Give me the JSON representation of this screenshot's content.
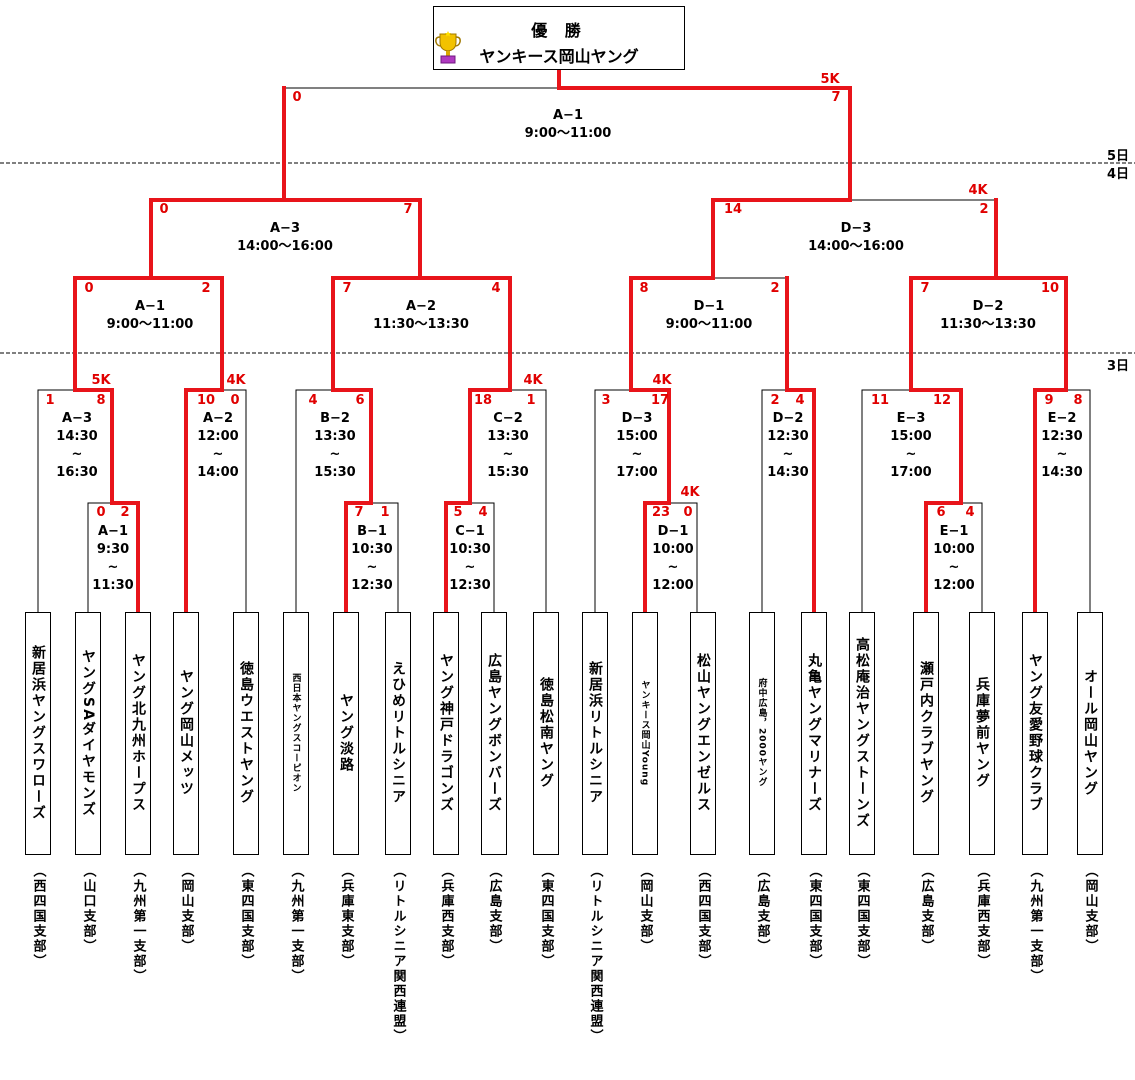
{
  "champion": {
    "label": "優 勝",
    "team": "ヤンキース岡山ヤング"
  },
  "days": {
    "d5": "5日",
    "d4": "4日",
    "d3": "3日"
  },
  "final": {
    "code": "A−1",
    "time": "9:00〜11:00",
    "left_score": "0",
    "right_score": "7",
    "note": "5K"
  },
  "semis": [
    {
      "code": "A−3",
      "time": "14:00〜16:00",
      "left_score": "0",
      "right_score": "7",
      "note": ""
    },
    {
      "code": "D−3",
      "time": "14:00〜16:00",
      "left_score": "14",
      "right_score": "2",
      "note": "4K"
    }
  ],
  "quarters": [
    {
      "code": "A−1",
      "time": "9:00〜11:00",
      "left_score": "0",
      "right_score": "2"
    },
    {
      "code": "A−2",
      "time": "11:30〜13:30",
      "left_score": "7",
      "right_score": "4"
    },
    {
      "code": "D−1",
      "time": "9:00〜11:00",
      "left_score": "8",
      "right_score": "2"
    },
    {
      "code": "D−2",
      "time": "11:30〜13:30",
      "left_score": "7",
      "right_score": "10"
    }
  ],
  "round16": [
    {
      "code": "A−3",
      "t1": "14:30",
      "sep": "~",
      "t2": "16:30",
      "left_score": "1",
      "right_score": "8",
      "note": "5K"
    },
    {
      "code": "A−2",
      "t1": "12:00",
      "sep": "~",
      "t2": "14:00",
      "left_score": "10",
      "right_score": "0",
      "note": "4K"
    },
    {
      "code": "B−2",
      "t1": "13:30",
      "sep": "~",
      "t2": "15:30",
      "left_score": "4",
      "right_score": "6",
      "note": ""
    },
    {
      "code": "C−2",
      "t1": "13:30",
      "sep": "~",
      "t2": "15:30",
      "left_score": "18",
      "right_score": "1",
      "note": "4K"
    },
    {
      "code": "D−3",
      "t1": "15:00",
      "sep": "~",
      "t2": "17:00",
      "left_score": "3",
      "right_score": "17",
      "note": "4K"
    },
    {
      "code": "D−2",
      "t1": "12:30",
      "sep": "~",
      "t2": "14:30",
      "left_score": "2",
      "right_score": "4",
      "note": ""
    },
    {
      "code": "E−3",
      "t1": "15:00",
      "sep": "~",
      "t2": "17:00",
      "left_score": "11",
      "right_score": "12",
      "note": ""
    },
    {
      "code": "E−2",
      "t1": "12:30",
      "sep": "~",
      "t2": "14:30",
      "left_score": "9",
      "right_score": "8",
      "note": ""
    }
  ],
  "round32": [
    {
      "code": "A−1",
      "t1": "9:30",
      "sep": "~",
      "t2": "11:30",
      "left_score": "0",
      "right_score": "2",
      "note": ""
    },
    {
      "code": "B−1",
      "t1": "10:30",
      "sep": "~",
      "t2": "12:30",
      "left_score": "7",
      "right_score": "1",
      "note": ""
    },
    {
      "code": "C−1",
      "t1": "10:30",
      "sep": "~",
      "t2": "12:30",
      "left_score": "5",
      "right_score": "4",
      "note": ""
    },
    {
      "code": "D−1",
      "t1": "10:00",
      "sep": "~",
      "t2": "12:00",
      "left_score": "23",
      "right_score": "0",
      "note": "4K"
    },
    {
      "code": "E−1",
      "t1": "10:00",
      "sep": "~",
      "t2": "12:00",
      "left_score": "6",
      "right_score": "4",
      "note": ""
    }
  ],
  "teams": [
    {
      "name": "新居浜ヤングスワローズ",
      "region": "（西四国支部）"
    },
    {
      "name": "ヤングSAダイヤモンズ",
      "region": "（山口支部）"
    },
    {
      "name": "ヤング北九州ホープス",
      "region": "（九州第一支部）"
    },
    {
      "name": "ヤング岡山メッツ",
      "region": "（岡山支部）"
    },
    {
      "name": "徳島ウエストヤング",
      "region": "（東四国支部）"
    },
    {
      "name": "西日本ヤングスコーピオン",
      "region": "（九州第一支部）"
    },
    {
      "name": "ヤング淡路",
      "region": "（兵庫東支部）"
    },
    {
      "name": "えひめリトルシニア",
      "region": "（リトルシニア関西連盟）"
    },
    {
      "name": "ヤング神戸ドラゴンズ",
      "region": "（兵庫西支部）"
    },
    {
      "name": "広島ヤングボンバーズ",
      "region": "（広島支部）"
    },
    {
      "name": "徳島松南ヤング",
      "region": "（東四国支部）"
    },
    {
      "name": "新居浜リトルシニア",
      "region": "（リトルシニア関西連盟）"
    },
    {
      "name": "ヤンキース岡山Young",
      "region": "（岡山支部）"
    },
    {
      "name": "松山ヤングエンゼルス",
      "region": "（西四国支部）"
    },
    {
      "name": "府中広島，2000ヤング",
      "region": "（広島支部）"
    },
    {
      "name": "丸亀ヤングマリナーズ",
      "region": "（東四国支部）"
    },
    {
      "name": "高松庵治ヤングストーンズ",
      "region": "（東四国支部）"
    },
    {
      "name": "瀬戸内クラブヤング",
      "region": "（広島支部）"
    },
    {
      "name": "兵庫夢前ヤング",
      "region": "（兵庫西支部）"
    },
    {
      "name": "ヤング友愛野球クラブ",
      "region": "（九州第一支部）"
    },
    {
      "name": "オール岡山ヤング",
      "region": "（岡山支部）"
    }
  ]
}
